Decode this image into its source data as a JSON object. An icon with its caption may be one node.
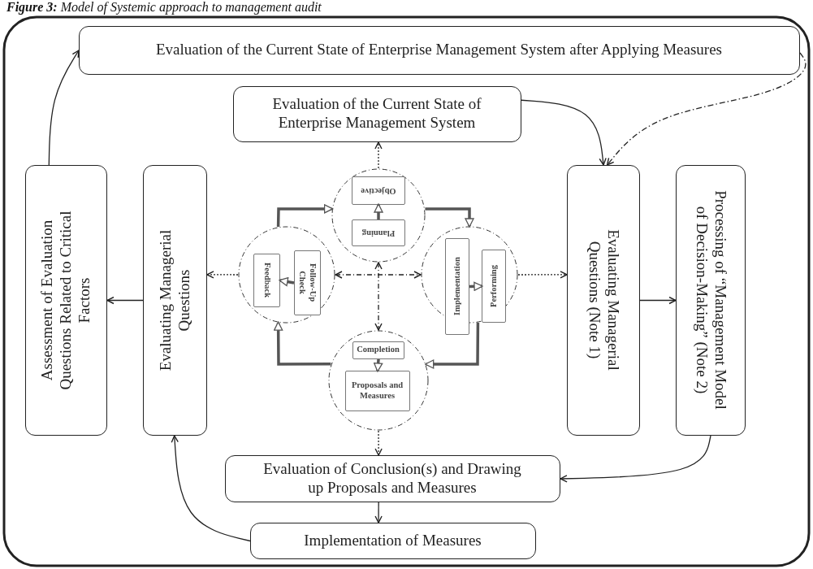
{
  "diagram": {
    "title": "**Figure 3:** Model of Systemic approach to management audit",
    "nodes": [
      {
        "text": [
          "Evaluation of the Current State of Enterprise Management System after Applying Measures"
        ]
      },
      {
        "text": [
          "Evaluation of the Current State of Enterprise Management System"
        ]
      },
      {
        "text": [],
        "shape": "circle"
      },
      {
        "text": [
          "Objective"
        ],
        "in": 2
      },
      {
        "text": [
          "Planning"
        ],
        "in": 2
      },
      {
        "text": [],
        "shape": "circle"
      },
      {
        "text": [
          "Follow-Up Check"
        ],
        "in": 5
      },
      {
        "text": [
          "Feedback"
        ],
        "in": 5
      },
      {
        "text": [],
        "shape": "circle"
      },
      {
        "text": [
          "Implementation"
        ],
        "in": 8
      },
      {
        "text": [
          "Performing"
        ],
        "in": 8
      },
      {
        "text": [],
        "shape": "circle"
      },
      {
        "text": [
          "Completion"
        ],
        "in": 11
      },
      {
        "text": [
          "Proposals and Measures"
        ],
        "in": 11
      },
      {
        "text": [
          "Assessment of Evaluation Questions Related to Critical Factors"
        ]
      },
      {
        "text": [
          "Evaluating Managerial Questions"
        ]
      },
      {
        "text": [
          "Evaluating Managerial Questions (Note 1)"
        ]
      },
      {
        "text": [
          "Processing of “Management Model of Decision-Making” (Note 2)"
        ]
      },
      {
        "text": [
          "Evaluation of Conclusion(s) and Drawing up Proposals and Measures"
        ]
      },
      {
        "text": [
          "Implementation of Measures"
        ]
      }
    ],
    "edges": [
      {
        "from": 14,
        "to": 0,
        "arrow": "to"
      },
      {
        "from": 1,
        "to": 16,
        "arrow": "to"
      },
      {
        "from": 0,
        "to": 16,
        "arrow": "to",
        "style": "dashed"
      },
      {
        "from": 15,
        "to": 14,
        "arrow": "to"
      },
      {
        "from": 16,
        "to": 17,
        "arrow": "to"
      },
      {
        "from": 17,
        "to": 18,
        "arrow": "to"
      },
      {
        "from": 18,
        "to": 19,
        "arrow": "to"
      },
      {
        "from": 19,
        "to": 15,
        "arrow": "to"
      },
      {
        "from": 2,
        "to": 1,
        "arrow": "to",
        "style": "dashed"
      },
      {
        "from": 5,
        "to": 15,
        "arrow": "to",
        "style": "dashed"
      },
      {
        "from": 8,
        "to": 16,
        "arrow": "to",
        "style": "dashed"
      },
      {
        "from": 11,
        "to": 18,
        "arrow": "to",
        "style": "dashed"
      },
      {
        "from": 5,
        "to": 8,
        "arrow": "both",
        "style": "dashed"
      },
      {
        "from": 2,
        "to": 11,
        "arrow": "both",
        "style": "dashed"
      },
      {
        "from": 5,
        "to": 2,
        "arrow": "to",
        "style": "thick"
      },
      {
        "from": 2,
        "to": 8,
        "arrow": "to",
        "style": "thick"
      },
      {
        "from": 8,
        "to": 11,
        "arrow": "to",
        "style": "thick"
      },
      {
        "from": 11,
        "to": 5,
        "arrow": "to",
        "style": "thick"
      },
      {
        "from": 4,
        "to": 3,
        "arrow": "to",
        "style": "thick"
      },
      {
        "from": 6,
        "to": 7,
        "arrow": "to",
        "style": "thick"
      },
      {
        "from": 9,
        "to": 10,
        "arrow": "to",
        "style": "thick"
      },
      {
        "from": 12,
        "to": 13,
        "arrow": "to",
        "style": "thick"
      }
    ]
  }
}
